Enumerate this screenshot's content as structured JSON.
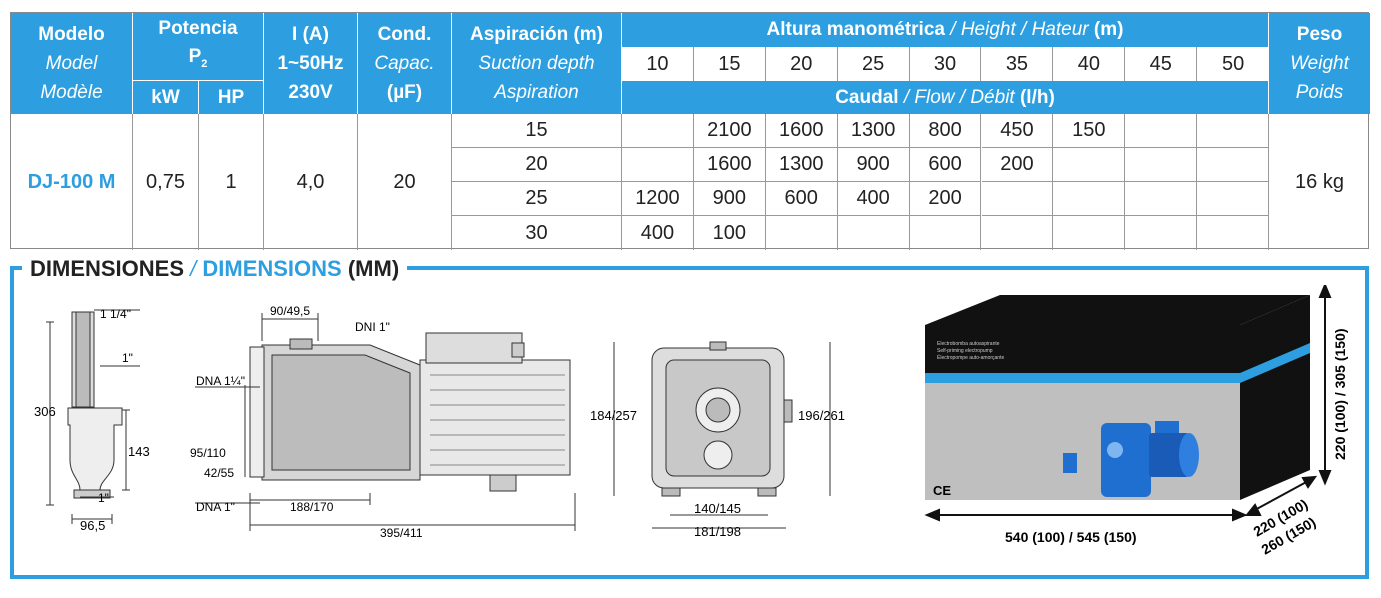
{
  "headers": {
    "modelo": [
      "Modelo",
      "Model",
      "Modèle"
    ],
    "potencia": "Potencia",
    "p2": "P",
    "p2_sub": "2",
    "kw": "kW",
    "hp": "HP",
    "amps": [
      "I (A)",
      "1~50Hz",
      "230V"
    ],
    "cond": [
      "Cond.",
      "Capac.",
      "(µF)"
    ],
    "aspiracion": [
      "Aspiración (m)",
      "Suction depth",
      "Aspiration"
    ],
    "altura_prefix": "Altura manométrica",
    "altura_rest": " / Height / Hateur ",
    "altura_unit": "(m)",
    "caudal_prefix": "Caudal",
    "caudal_rest": " / Flow / Débit ",
    "caudal_unit": "(l/h)",
    "peso": [
      "Peso",
      "Weight",
      "Poids"
    ]
  },
  "heights": [
    "10",
    "15",
    "20",
    "25",
    "30",
    "35",
    "40",
    "45",
    "50"
  ],
  "model": {
    "name": "DJ-100 M",
    "kw": "0,75",
    "hp": "1",
    "amps": "4,0",
    "cond": "20",
    "weight": "16 kg"
  },
  "rows": [
    {
      "suction": "15",
      "flows": [
        "",
        "2100",
        "1600",
        "1300",
        "800",
        "450",
        "150",
        "",
        ""
      ]
    },
    {
      "suction": "20",
      "flows": [
        "",
        "1600",
        "1300",
        "900",
        "600",
        "200",
        "",
        "",
        ""
      ]
    },
    {
      "suction": "25",
      "flows": [
        "1200",
        "900",
        "600",
        "400",
        "200",
        "",
        "",
        "",
        ""
      ]
    },
    {
      "suction": "30",
      "flows": [
        "400",
        "100",
        "",
        "",
        "",
        "",
        "",
        "",
        ""
      ]
    }
  ],
  "dimensions_title": {
    "es": "DIMENSIONES",
    "slash": " / ",
    "en": "DIMENSIONS",
    "unit": " (MM)"
  },
  "drawing_labels": {
    "side": {
      "outlet": "1 1/4\"",
      "inlet_top": "1\"",
      "height": "306",
      "h143": "143",
      "inlet": "1\"",
      "base": "96,5"
    },
    "front": {
      "top": "90/49,5",
      "dni": "DNI 1\"",
      "dna_top": "DNA 1¼\"",
      "h95": "95/110",
      "h42": "42/55",
      "dna_bottom": "DNA 1\"",
      "w188": "188/170",
      "w395": "395/411"
    },
    "end": {
      "h184": "184/257",
      "h196": "196/261",
      "w140": "140/145",
      "w181": "181/198"
    }
  },
  "box": {
    "lines": [
      "Electrobomba autoaspirante",
      "Self-priming electropump",
      "Électropompe auto-amorçante"
    ],
    "ce": "CE",
    "height_label": "220 (100) / 305 (150)",
    "width_label": "540 (100) / 545 (150)",
    "depth_line1": "220 (100)",
    "depth_line2": "260 (150)"
  }
}
